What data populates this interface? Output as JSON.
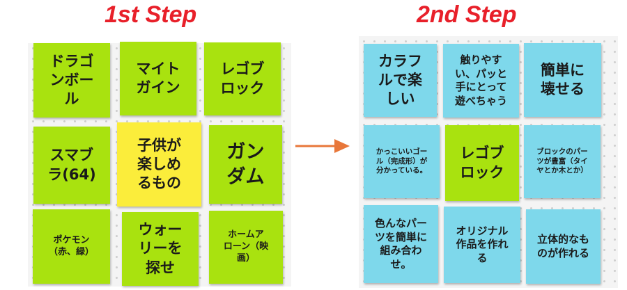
{
  "colors": {
    "green": "#a9e20f",
    "yellow": "#fbed3b",
    "cyan": "#7ed8eb",
    "title_red": "#e8202a",
    "arrow": "#e8773a"
  },
  "step1": {
    "title": "1st Step",
    "notes": [
      {
        "lines": [
          "ドラゴ",
          "ンボー",
          "ル"
        ],
        "color": "green"
      },
      {
        "lines": [
          "マイト",
          "ガイン"
        ],
        "color": "green"
      },
      {
        "lines": [
          "レゴブ",
          "ロック"
        ],
        "color": "green"
      },
      {
        "lines": [
          "スマブ",
          "ラ(64)"
        ],
        "color": "green"
      },
      {
        "lines": [
          "子供が",
          "楽しめ",
          "るもの"
        ],
        "color": "yellow"
      },
      {
        "lines": [
          "ガン",
          "ダム"
        ],
        "color": "green"
      },
      {
        "lines": [
          "ポケモン",
          "（赤、緑）"
        ],
        "color": "green"
      },
      {
        "lines": [
          "ウォー",
          "リーを",
          "探せ"
        ],
        "color": "green"
      },
      {
        "lines": [
          "ホームア",
          "ローン（映",
          "画）"
        ],
        "color": "green"
      }
    ]
  },
  "step2": {
    "title": "2nd Step",
    "notes": [
      {
        "lines": [
          "カラフ",
          "ルで楽",
          "しい"
        ],
        "color": "cyan"
      },
      {
        "lines": [
          "触りやす",
          "い、パッと",
          "手にとって",
          "遊べちゃう"
        ],
        "color": "cyan"
      },
      {
        "lines": [
          "簡単に",
          "壊せる"
        ],
        "color": "cyan"
      },
      {
        "lines": [
          "かっこいいゴー",
          "ル（完成形）が",
          "分かっている。"
        ],
        "color": "cyan"
      },
      {
        "lines": [
          "レゴブ",
          "ロック"
        ],
        "color": "green"
      },
      {
        "lines": [
          "ブロックのパー",
          "ツが豊富（タイ",
          "ヤとか木とか）"
        ],
        "color": "cyan"
      },
      {
        "lines": [
          "色んなパー",
          "ツを簡単に",
          "組み合わ",
          "せ。"
        ],
        "color": "cyan"
      },
      {
        "lines": [
          "オリジナル",
          "作品を作れ",
          "る"
        ],
        "color": "cyan"
      },
      {
        "lines": [
          "立体的なも",
          "のが作れる"
        ],
        "color": "cyan"
      }
    ]
  }
}
